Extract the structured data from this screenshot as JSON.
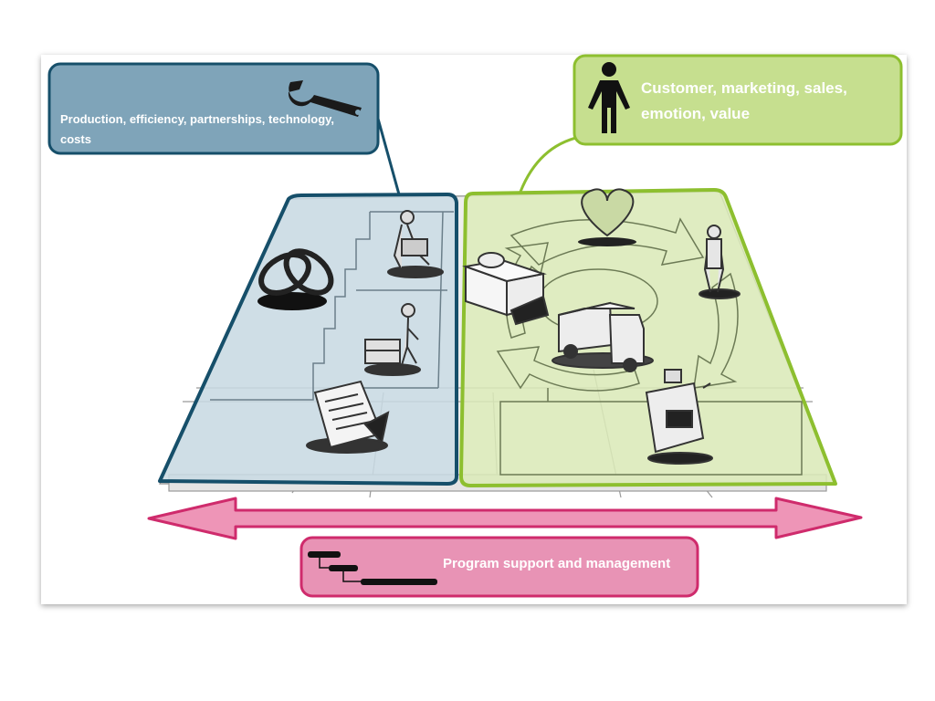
{
  "callouts": {
    "technology_side": {
      "text": "Production, efficiency, partnerships, technology, costs",
      "icon": "wrench-icon",
      "fill": "#7fa4b9",
      "stroke": "#164f6a"
    },
    "customer_side": {
      "text": "Customer, marketing, sales, emotion, value",
      "icon": "person-icon",
      "fill": "#c6df8f",
      "stroke": "#8dbf2f"
    },
    "program_support": {
      "text": "Program support and management",
      "icon": "gantt-chart-icon",
      "fill": "#e893b5",
      "stroke": "#cf2b6c"
    }
  },
  "canvas": {
    "left_panel_fill": "#c9dae4",
    "right_panel_fill": "#dcebb9",
    "arrow_color": "#cf2b6c",
    "arrow_fill": "#ee95b7",
    "sketch_icons": [
      "partnership-rings-icon",
      "worker-icon",
      "delivery-worker-icon",
      "contract-document-icon",
      "heart-icon",
      "gift-box-icon",
      "customer-figure-icon",
      "delivery-truck-icon",
      "cash-register-icon"
    ]
  }
}
